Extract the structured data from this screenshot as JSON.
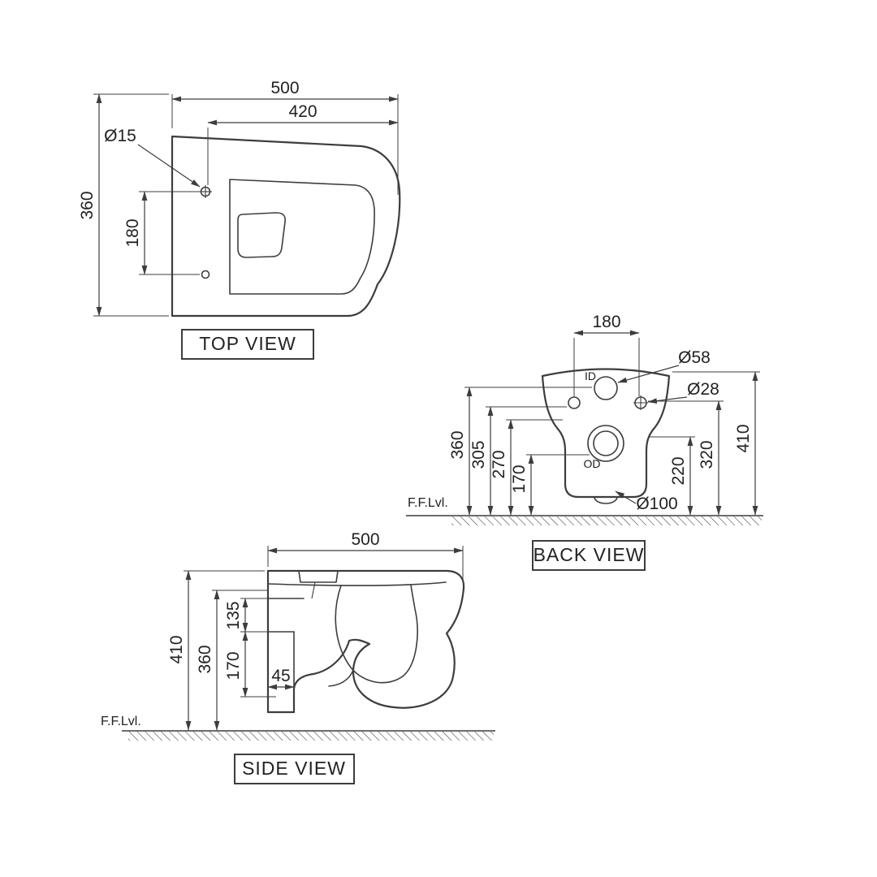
{
  "drawing": {
    "accent_color": "#3d3d3d",
    "background_color": "#ffffff"
  },
  "top_view": {
    "label": "TOP VIEW",
    "dim_width": "500",
    "dim_seat_width": "420",
    "dim_hinge_hole_dia": "Ø15",
    "dim_depth": "360",
    "dim_hinge_spacing": "180"
  },
  "back_view": {
    "label": "BACK VIEW",
    "dim_bolt_spacing": "180",
    "dim_inlet_dia": "Ø58",
    "inlet_marker": "ID",
    "dim_fixing_hole_dia": "Ø28",
    "outlet_marker": "OD",
    "dim_outlet_dia": "Ø100",
    "dim_h_360": "360",
    "dim_h_305": "305",
    "dim_h_270": "270",
    "dim_h_170": "170",
    "dim_h_220": "220",
    "dim_h_320": "320",
    "dim_h_410": "410",
    "floor_label": "F.F.Lvl."
  },
  "side_view": {
    "label": "SIDE VIEW",
    "dim_length": "500",
    "dim_h_410": "410",
    "dim_h_360": "360",
    "dim_h_135": "135",
    "dim_h_170": "170",
    "dim_offset_45": "45",
    "floor_label": "F.F.Lvl."
  }
}
